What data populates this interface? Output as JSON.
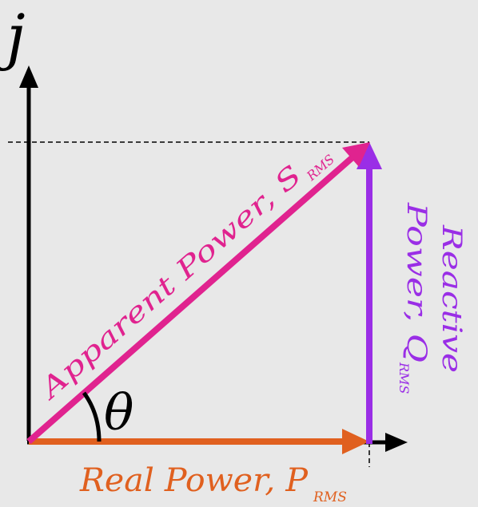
{
  "axis": {
    "imaginary_label": "j"
  },
  "angle": {
    "symbol": "θ"
  },
  "apparent_power": {
    "label": "Apparent Power, S",
    "subscript": "RMS"
  },
  "real_power": {
    "label": "Real Power, P",
    "subscript": "RMS"
  },
  "reactive_power": {
    "line1": "Reactive",
    "line2": "Power, Q",
    "subscript": "RMS"
  },
  "colors": {
    "background": "#e8e8e8",
    "axes": "#000000",
    "apparent_power": "#e0238f",
    "real_power": "#e0601f",
    "reactive_power": "#9a2ee6"
  }
}
